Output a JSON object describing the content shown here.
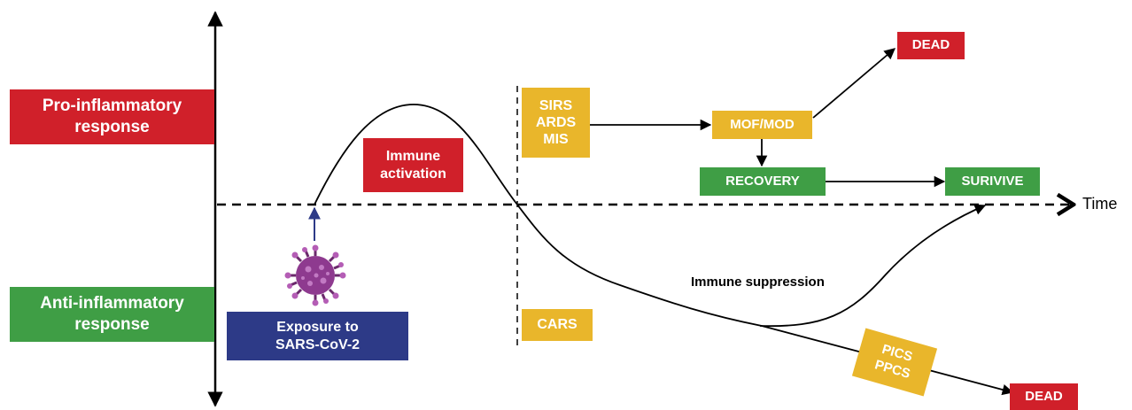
{
  "left_labels": {
    "pro": "Pro-inflammatory\nresponse",
    "anti": "Anti-inflammatory\nresponse"
  },
  "axis": {
    "time_label": "Time"
  },
  "boxes": {
    "exposure": "Exposure to\nSARS-CoV-2",
    "immune_activation": "Immune\nactivation",
    "sirs": "SIRS\nARDS\nMIS",
    "cars": "CARS",
    "mof": "MOF/MOD",
    "dead_top": "DEAD",
    "recovery": "RECOVERY",
    "survive": "SURIVIVE",
    "pics": "PICS\nPPCS",
    "dead_bottom": "DEAD"
  },
  "annotations": {
    "immune_suppression": "Immune suppression"
  },
  "icons": {
    "virus": "virus-icon"
  },
  "colors": {
    "pro_red": "#d0202a",
    "anti_green": "#3f9e45",
    "syndrome_yellow": "#e9b62b",
    "exposure_navy": "#2d3a87",
    "virus_purple": "#8e3a8f"
  }
}
